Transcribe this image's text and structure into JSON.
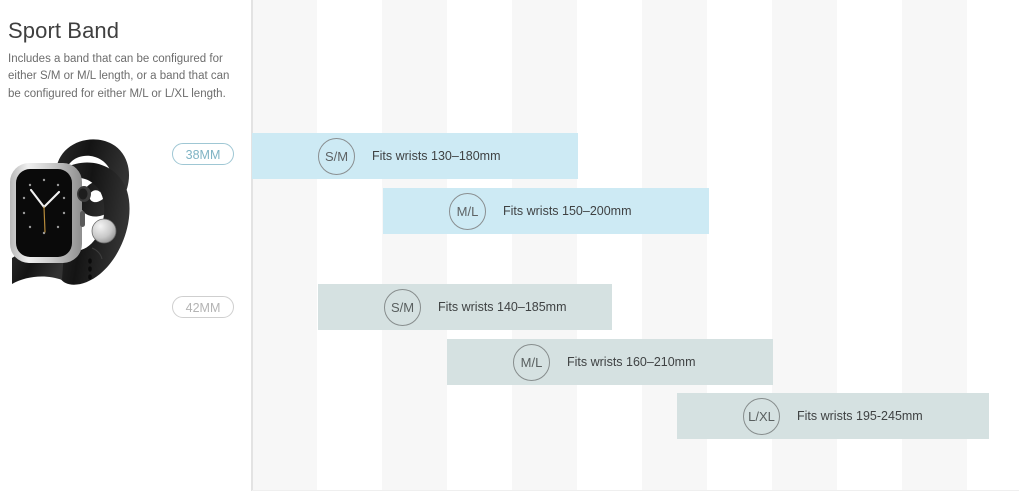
{
  "info": {
    "title": "Sport Band",
    "description": "Includes a band that can be configured for either S/M or M/L length, or a band that can be configured for either M/L or L/XL length.",
    "product_image_alt": "apple-watch-black-sport-band"
  },
  "badges": [
    {
      "label": "38MM",
      "state": "active"
    },
    {
      "label": "42MM",
      "state": "muted"
    }
  ],
  "chart_data": {
    "type": "bar",
    "title": "Sport Band",
    "xlabel": "",
    "ylabel": "",
    "unit": "mm",
    "grid": true,
    "axis_min": 110,
    "axis_max": 265,
    "groups": [
      {
        "case_size": "38MM",
        "rows": [
          {
            "size": "S/M",
            "label": "Fits wrists 130–180mm",
            "min": 130,
            "max": 180,
            "color": "#cdeaf4"
          },
          {
            "size": "M/L",
            "label": "Fits wrists 150–200mm",
            "min": 150,
            "max": 200,
            "color": "#cdeaf4"
          }
        ]
      },
      {
        "case_size": "42MM",
        "rows": [
          {
            "size": "S/M",
            "label": "Fits wrists 140–185mm",
            "min": 140,
            "max": 185,
            "color": "#d5e1e1"
          },
          {
            "size": "M/L",
            "label": "Fits wrists 160–210mm",
            "min": 160,
            "max": 210,
            "color": "#d5e1e1"
          },
          {
            "size": "L/XL",
            "label": "Fits wrists 195-245mm",
            "min": 195,
            "max": 245,
            "color": "#d5e1e1"
          }
        ]
      }
    ]
  },
  "colors": {
    "bar_blue": "#cdeaf4",
    "bar_green": "#d5e1e1",
    "badge_active": "#7fb3c4",
    "badge_muted": "#b4b4b4",
    "band": "#f7f7f7",
    "title_text": "#3f3f3f",
    "body_text": "#6d6d6d"
  }
}
